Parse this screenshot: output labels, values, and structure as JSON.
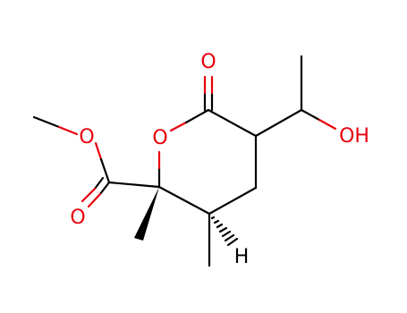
{
  "molecule": {
    "atoms": {
      "ester_oxygen": "O",
      "ring_oxygen": "O",
      "lactone_carbonyl_oxygen": "O",
      "ester_carbonyl_oxygen": "O",
      "hydroxyl": "OH",
      "stereo_hydrogen": "H"
    },
    "colors": {
      "carbon_bond": "#000000",
      "oxygen": "#e8000b"
    }
  }
}
